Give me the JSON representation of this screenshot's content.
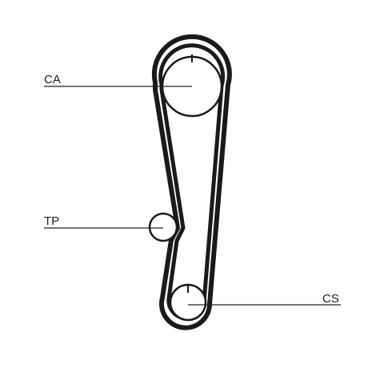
{
  "labels": {
    "camshaft": "CA",
    "tensioner_pulley": "TP",
    "crankshaft": "CS"
  },
  "colors": {
    "belt": "#1a1a1a",
    "pulley": "#1a1a1a",
    "leader": "#222222",
    "background": "#ffffff"
  }
}
